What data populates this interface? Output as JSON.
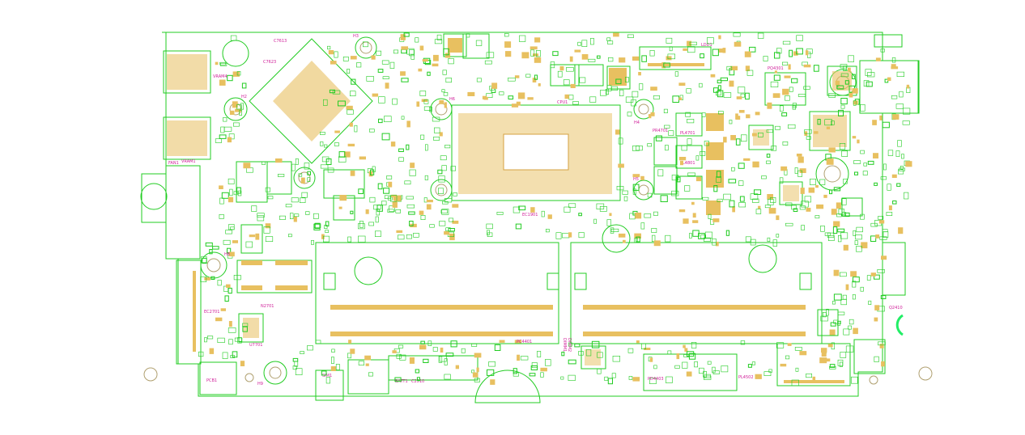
{
  "labels": {
    "vram4": "VRAM4",
    "vram1": "VRAM1",
    "fan1": "FAN1",
    "h2": "H2",
    "h3": "H3",
    "h4": "H4",
    "h5": "H5",
    "h6": "H6",
    "h8": "H8",
    "h9": "H9",
    "cpu1": "CPU1",
    "ldd1": "LDD1",
    "cc7613": "C7613",
    "cc7623": "C7623",
    "ec1901": "EC1901",
    "pl4701": "PL4701",
    "pl4801": "PL4801",
    "pr4701": "PR4701",
    "bat": "BATT1",
    "bat2510": "C2510",
    "pcb": "PCB1",
    "pl4502": "PL4502",
    "dimm1": "DIMM1",
    "dimm2": "DIMM2",
    "pd4403": "PD4403",
    "pc4401": "PC4401",
    "pq4301": "PQ4301",
    "q2410": "Q2410",
    "ec2701": "EC2701",
    "u7701": "U7701",
    "n2701": "N2701",
    "sim1": "SIM1"
  }
}
